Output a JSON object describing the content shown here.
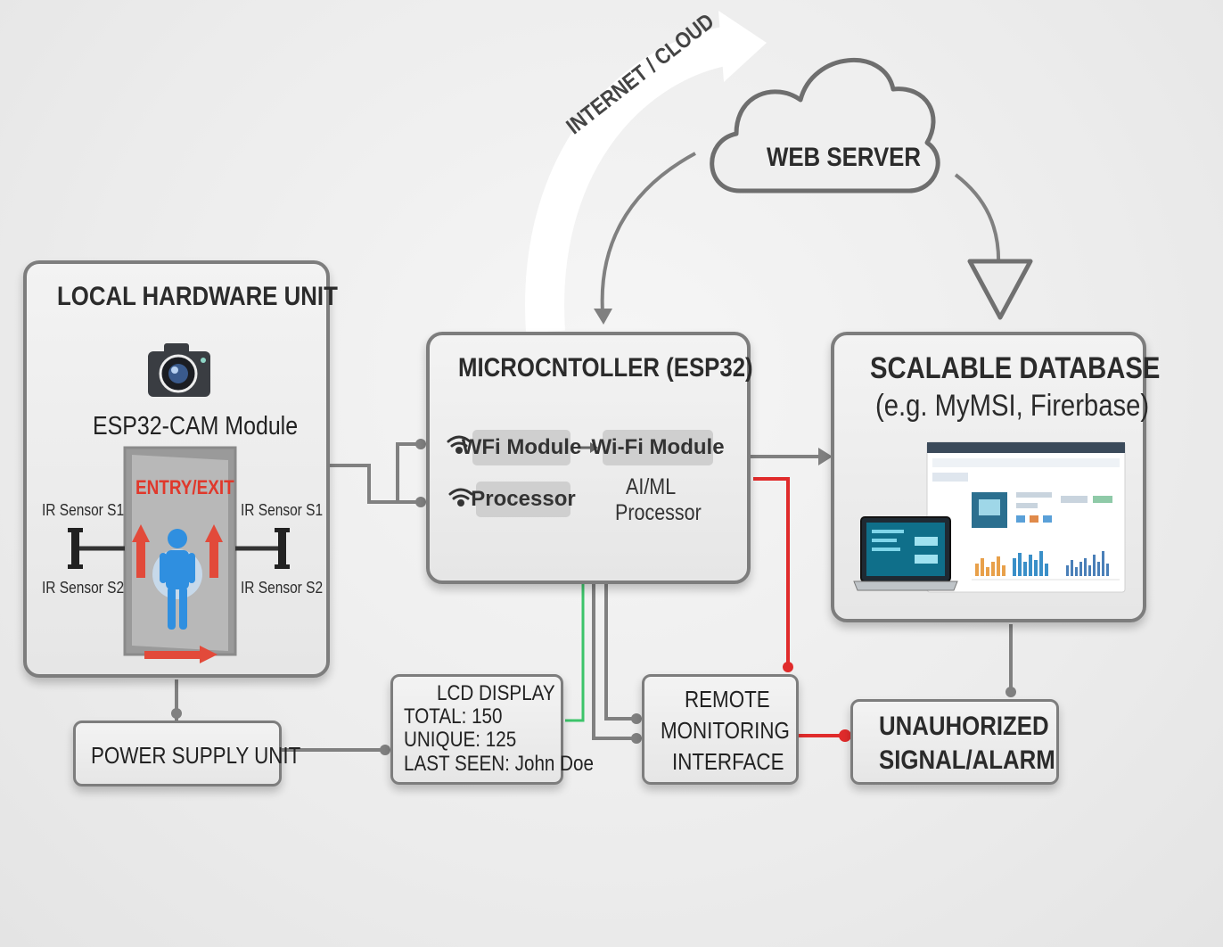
{
  "cloud": {
    "arc_label": "INTERNET / CLOUD",
    "server_label": "WEB SERVER"
  },
  "local_unit": {
    "title": "LOCAL HARDWARE UNIT",
    "camera_label": "ESP32-CAM Module",
    "door_label": "ENTRY/EXIT",
    "ir_left_top": "IR Sensor S1",
    "ir_left_bottom": "IR Sensor S2",
    "ir_right_top": "IR Sensor S1",
    "ir_right_bottom": "IR Sensor S2"
  },
  "microcontroller": {
    "title": "MICROCNTOLLER (ESP32)",
    "wifi_left": "WFi Module",
    "wifi_right": "Wi-Fi Module",
    "processor": "Processor",
    "ai_line1": "AI/ML",
    "ai_line2": "Processor"
  },
  "database": {
    "title": "SCALABLE DATABASE",
    "subtitle": "(e.g. MyMSI, Firerbase)"
  },
  "power_supply": {
    "label": "POWER SUPPLY UNIT"
  },
  "lcd": {
    "title": "LCD DISPLAY",
    "total": "TOTAL:  150",
    "unique": "UNIQUE: 125",
    "last_seen": "LAST SEEN: John Doe"
  },
  "remote": {
    "line1": "REMOTE",
    "line2": "MONITORING",
    "line3": "INTERFACE"
  },
  "alarm": {
    "line1": "UNAUHORIZED",
    "line2": "SIGNAL/ALARM"
  },
  "colors": {
    "connector_gray": "#808080",
    "alarm_red": "#e02b2b",
    "lcd_green": "#3cc46a",
    "person_blue": "#2f8fe0"
  }
}
